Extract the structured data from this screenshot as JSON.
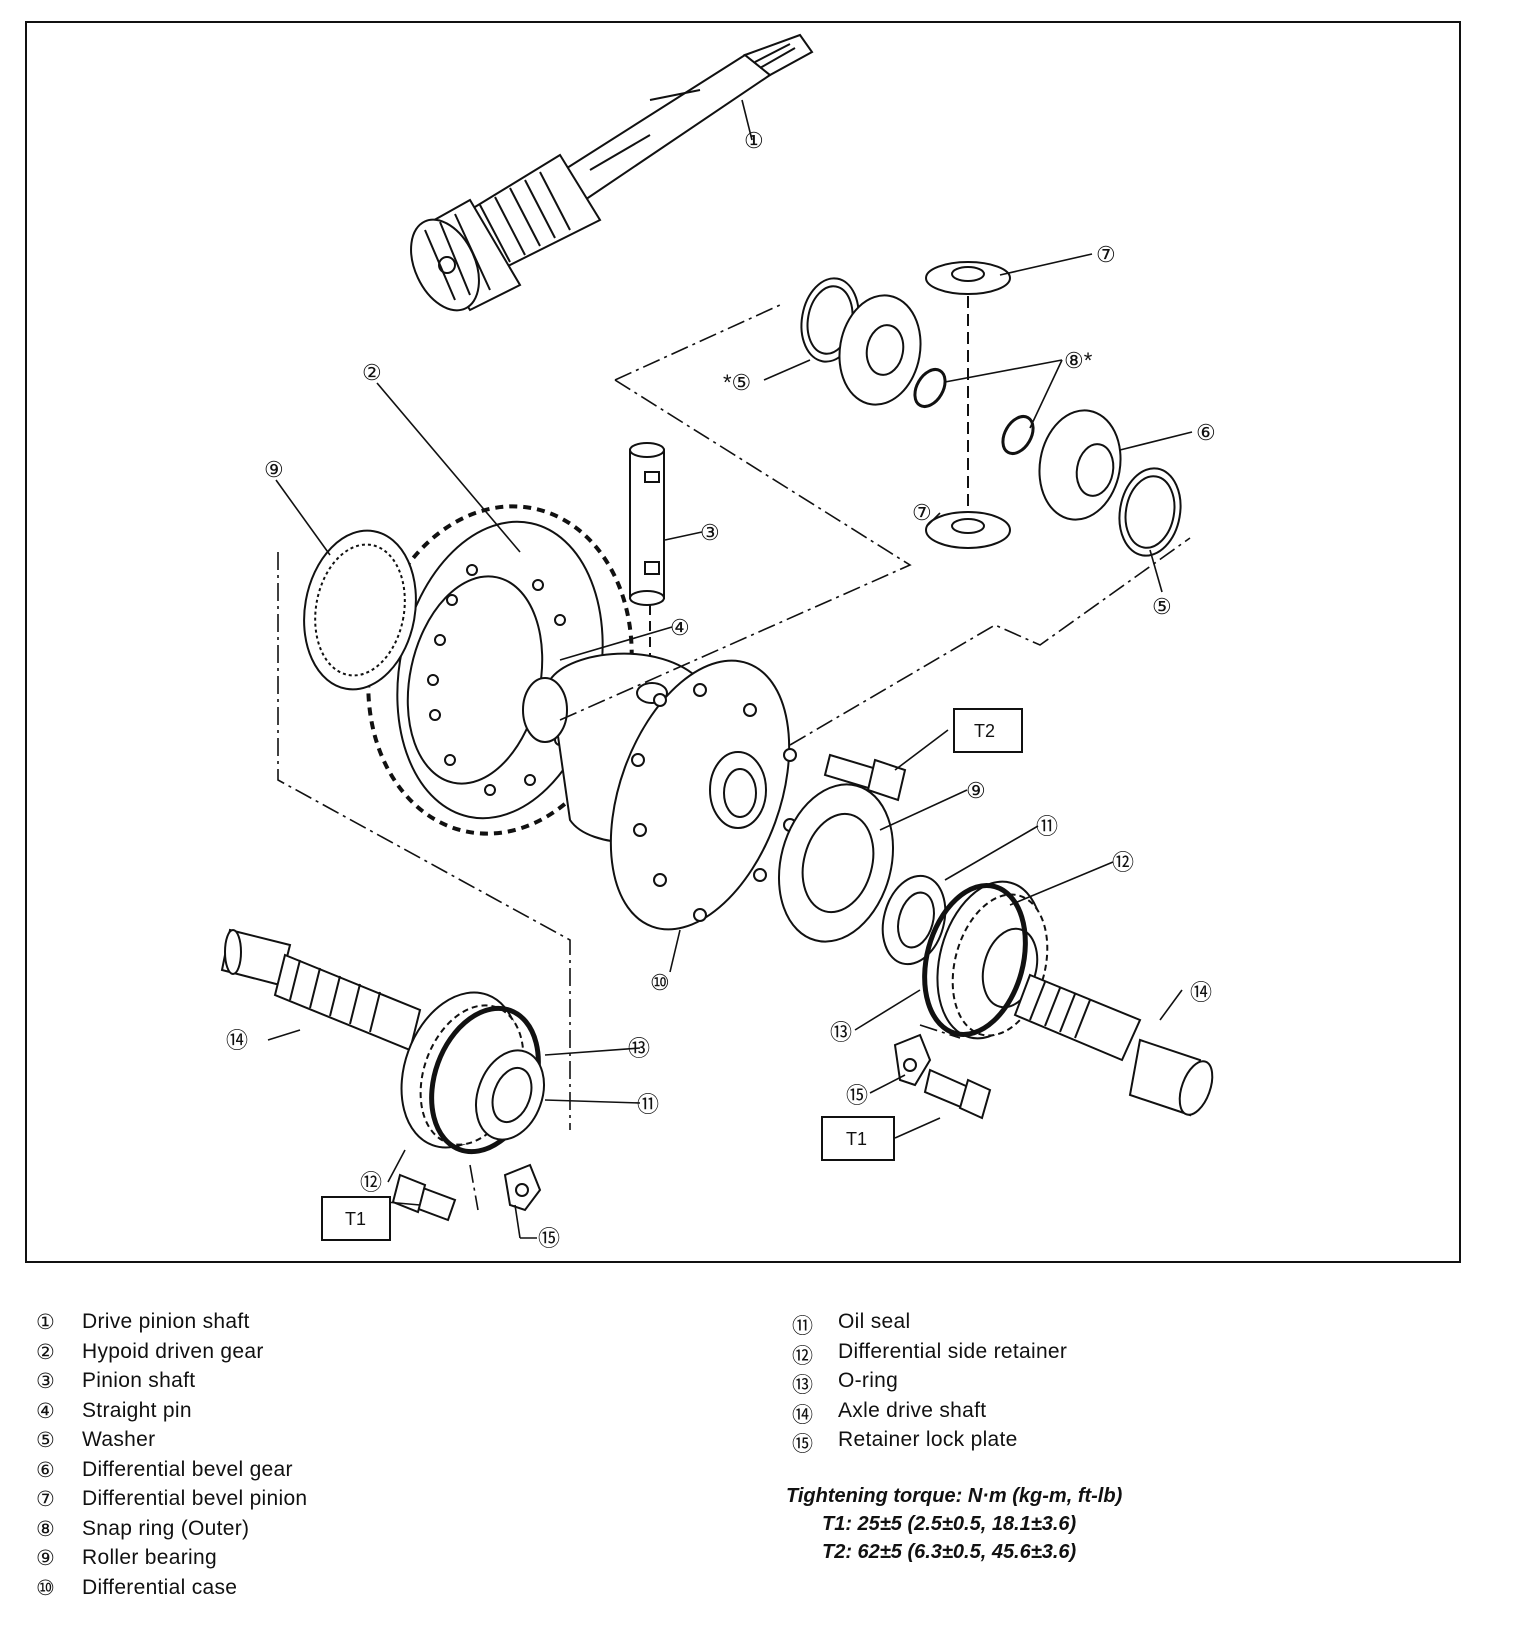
{
  "callouts": {
    "c1": "①",
    "c2": "②",
    "c3": "③",
    "c4": "④",
    "c5a": "*⑤",
    "c5b": "⑤",
    "c6": "⑥",
    "c7a": "⑦",
    "c7b": "⑦",
    "c8": "⑧*",
    "c9a": "⑨",
    "c9b": "⑨",
    "c10": "⑩",
    "c11a": "⑪",
    "c11b": "⑪",
    "c12a": "⑫",
    "c12b": "⑫",
    "c13a": "⑬",
    "c13b": "⑬",
    "c14a": "⑭",
    "c14b": "⑭",
    "c15a": "⑮",
    "c15b": "⑮",
    "t2": "T2",
    "t1a": "T1",
    "t1b": "T1"
  },
  "legend_left": [
    {
      "num": "①",
      "label": "Drive pinion shaft"
    },
    {
      "num": "②",
      "label": "Hypoid driven gear"
    },
    {
      "num": "③",
      "label": "Pinion shaft"
    },
    {
      "num": "④",
      "label": "Straight pin"
    },
    {
      "num": "⑤",
      "label": "Washer"
    },
    {
      "num": "⑥",
      "label": "Differential bevel gear"
    },
    {
      "num": "⑦",
      "label": "Differential bevel pinion"
    },
    {
      "num": "⑧",
      "label": "Snap ring (Outer)"
    },
    {
      "num": "⑨",
      "label": "Roller bearing"
    },
    {
      "num": "⑩",
      "label": "Differential case"
    }
  ],
  "legend_right": [
    {
      "num": "⑪",
      "label": "Oil seal"
    },
    {
      "num": "⑫",
      "label": "Differential side retainer"
    },
    {
      "num": "⑬",
      "label": "O-ring"
    },
    {
      "num": "⑭",
      "label": "Axle drive shaft"
    },
    {
      "num": "⑮",
      "label": "Retainer lock plate"
    }
  ],
  "torque": {
    "heading": "Tightening torque: N·m (kg-m, ft-lb)",
    "t1": "T1: 25±5 (2.5±0.5, 18.1±3.6)",
    "t2": "T2: 62±5 (6.3±0.5, 45.6±3.6)"
  }
}
